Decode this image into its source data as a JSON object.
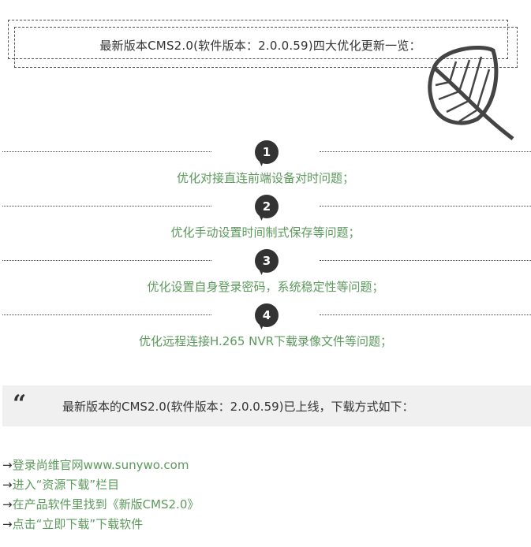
{
  "header": {
    "title": "最新版本CMS2.0(软件版本：2.0.0.59)四大优化更新一览："
  },
  "steps": [
    {
      "number": "1",
      "text": "优化对接直连前端设备对时问题；"
    },
    {
      "number": "2",
      "text": "优化手动设置时间制式保存等问题；"
    },
    {
      "number": "3",
      "text": "优化设置自身登录密码，系统稳定性等问题；"
    },
    {
      "number": "4",
      "text": "优化远程连接H.265 NVR下载录像文件等问题；"
    }
  ],
  "quote": {
    "mark": "“",
    "text": "最新版本的CMS2.0(软件版本：2.0.0.59)已上线，下载方式如下："
  },
  "links": [
    {
      "arrow": "→",
      "text": "登录尚维官网www.sunywo.com"
    },
    {
      "arrow": "→",
      "text": "进入“资源下载”栏目"
    },
    {
      "arrow": "→",
      "text": "在产品软件里找到《新版CMS2.0》"
    },
    {
      "arrow": "→",
      "text": "点击“立即下载”下载软件"
    }
  ],
  "colors": {
    "accent_green": "#5b9a5b",
    "badge": "#333333",
    "quote_bg": "#f0f0f0"
  },
  "icons": {
    "leaf": "leaf-icon",
    "quote": "quote-icon"
  }
}
